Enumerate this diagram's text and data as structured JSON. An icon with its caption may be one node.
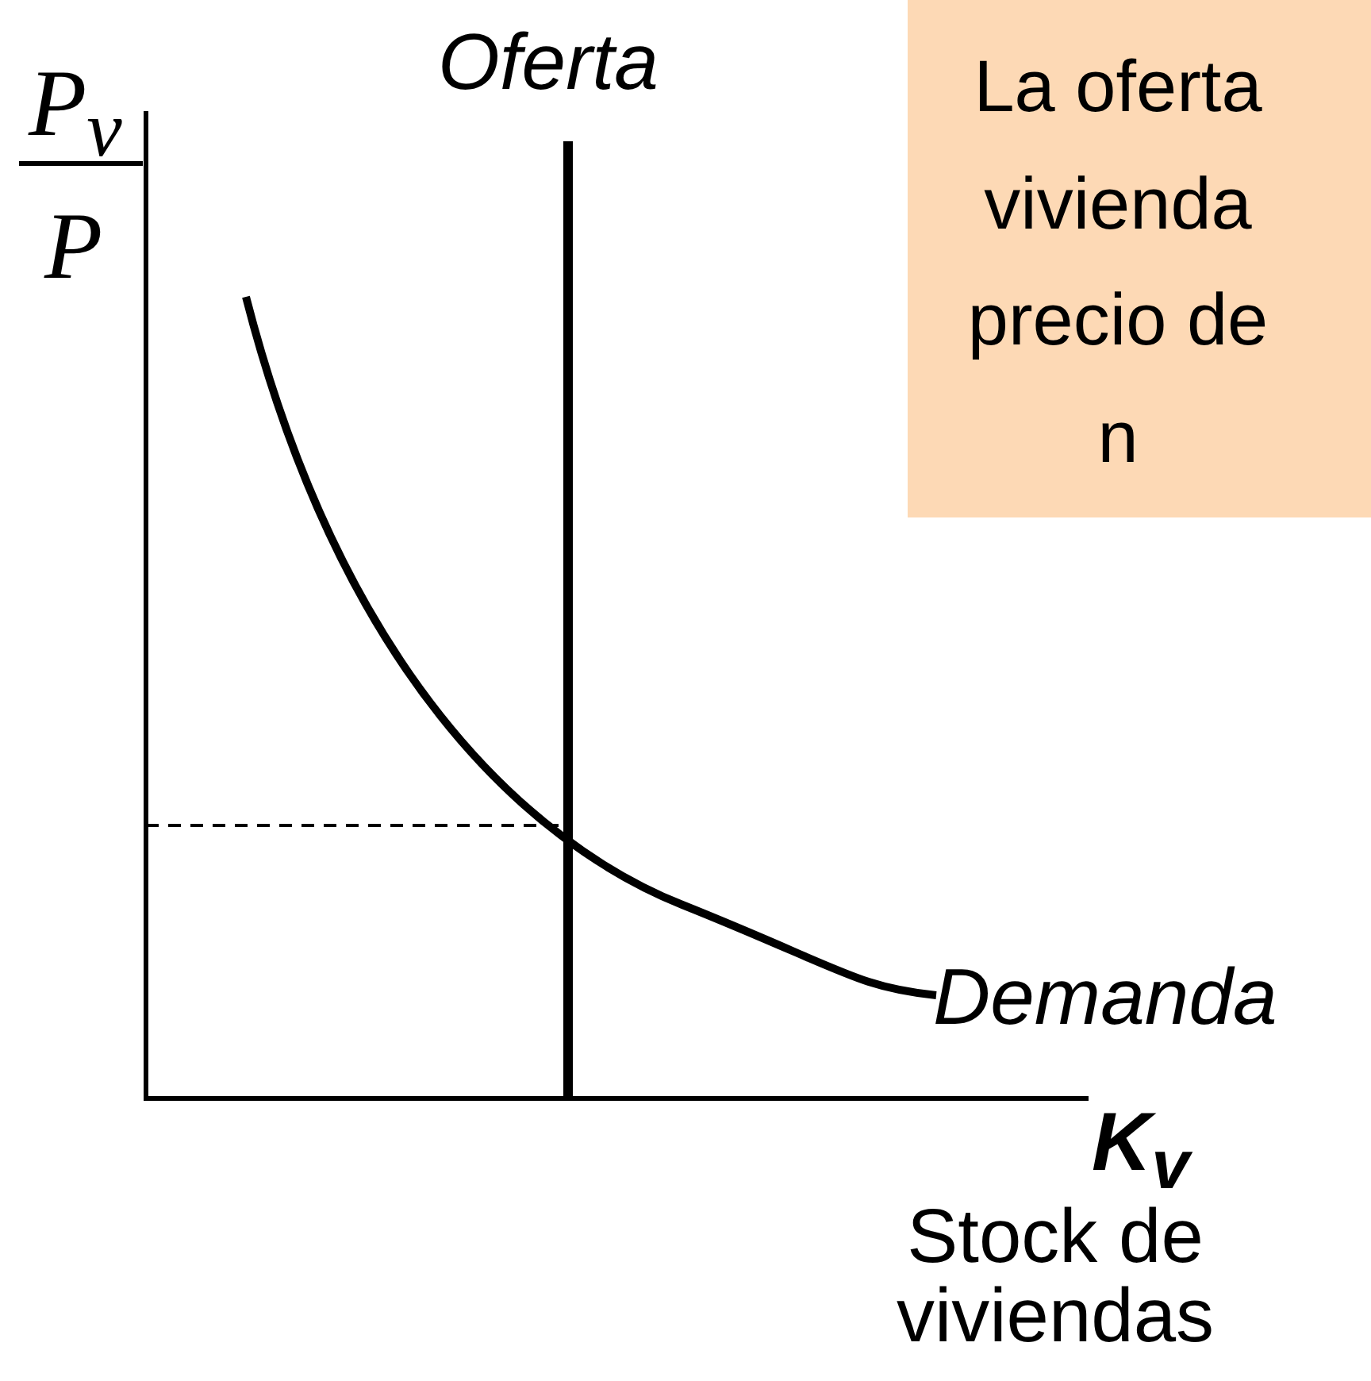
{
  "diagram": {
    "nodes": [
      {
        "text": [
          "La oferta vivienda precio de n"
        ]
      }
    ],
    "labels": [
      "P$_{v}$",
      "P",
      "Oferta",
      "Demanda",
      "K$_{v}$",
      "Stock de viviendas"
    ]
  }
}
